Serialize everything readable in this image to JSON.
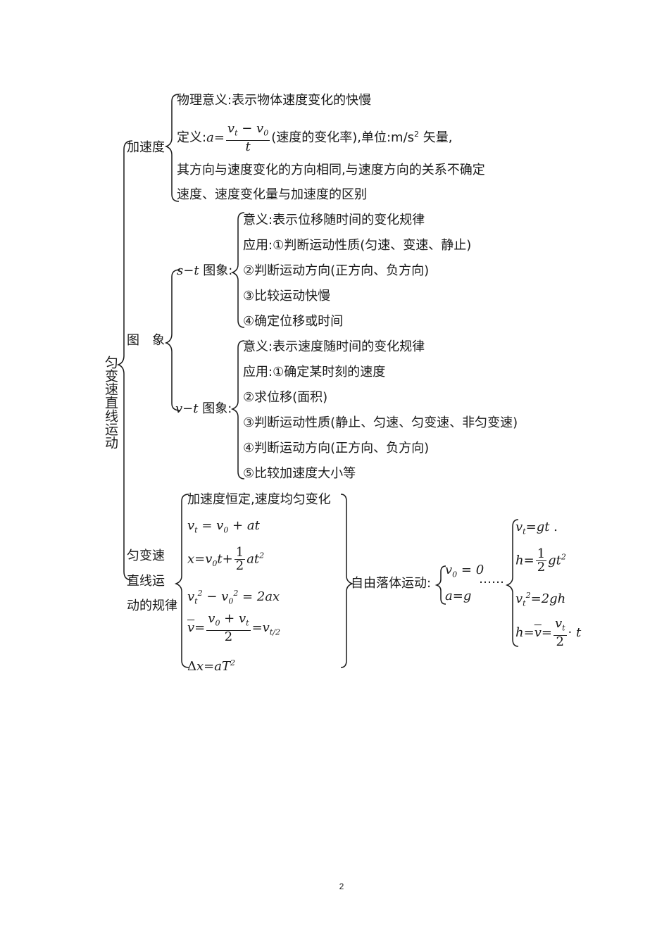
{
  "root": "匀变速直线运动",
  "acc": {
    "label": "加速度",
    "l1": "物理意义:表示物体速度变化的快慢",
    "def_prefix": "定义:",
    "def_suffix": "(速度的变化率),单位:m/s",
    "def_exp": "2",
    "def_tail": " 矢量,",
    "l3": "其方向与速度变化的方向相同,与速度方向的关系不确定",
    "l4": "速度、速度变化量与加速度的区别"
  },
  "graph": {
    "label": "图　象",
    "st": {
      "label": "图象:",
      "items": [
        "意义:表示位移随时间的变化规律",
        "应用:①判断运动性质(匀速、变速、静止)",
        "②判断运动方向(正方向、负方向)",
        "③比较运动快慢",
        "④确定位移或时间"
      ]
    },
    "vt": {
      "label": "图象:",
      "items": [
        "意义:表示速度随时间的变化规律",
        "应用:①确定某时刻的速度",
        "②求位移(面积)",
        "③判断运动性质(静止、匀速、匀变速、非匀变速)",
        "④判断运动方向(正方向、负方向)",
        "⑤比较加速度大小等"
      ]
    }
  },
  "law": {
    "label_lines": [
      "匀变速",
      "直线运",
      "动的规律"
    ],
    "l1": "加速度恒定,速度均匀变化"
  },
  "freefall": {
    "label": "自由落体运动:",
    "dots": "……"
  },
  "page_number": "2"
}
